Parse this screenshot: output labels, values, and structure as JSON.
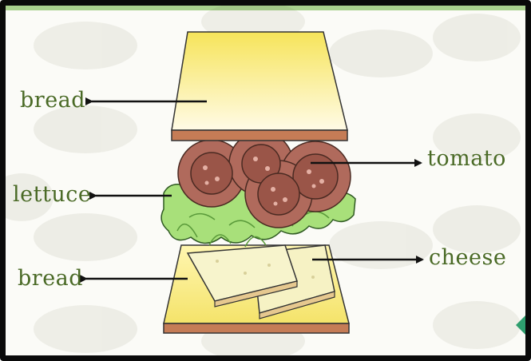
{
  "labels": {
    "bread_top": "bread",
    "lettuce": "lettuce",
    "bread_bottom": "bread",
    "tomato": "tomato",
    "cheese": "cheese"
  },
  "colors": {
    "label_text": "#4a6a26",
    "arrow": "#111111",
    "bread_fill": "#f6e76a",
    "crust": "#c57c56",
    "tomato": "#b06a5c",
    "lettuce": "#a8e07a",
    "cheese": "#f6f2c4"
  }
}
